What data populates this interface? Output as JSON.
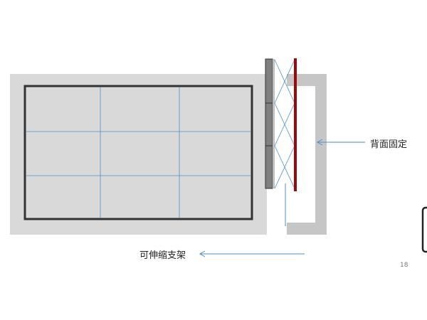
{
  "labels": {
    "back_fixed": "背面固定",
    "telescopic_bracket": "可伸缩支架"
  },
  "page_number": "18",
  "colors": {
    "wall_frame": "#d9d9d9",
    "screen_panel": "#d9d9d9",
    "screen_border": "#333333",
    "grid_lines": "#4a90c8",
    "red_bar": "#9b0a0a",
    "bracket": "#c6c6c6",
    "column": "#7f7f7f",
    "arrows": "#4a90c8"
  },
  "icons": {
    "right_edge_device": "device-edge-icon"
  }
}
